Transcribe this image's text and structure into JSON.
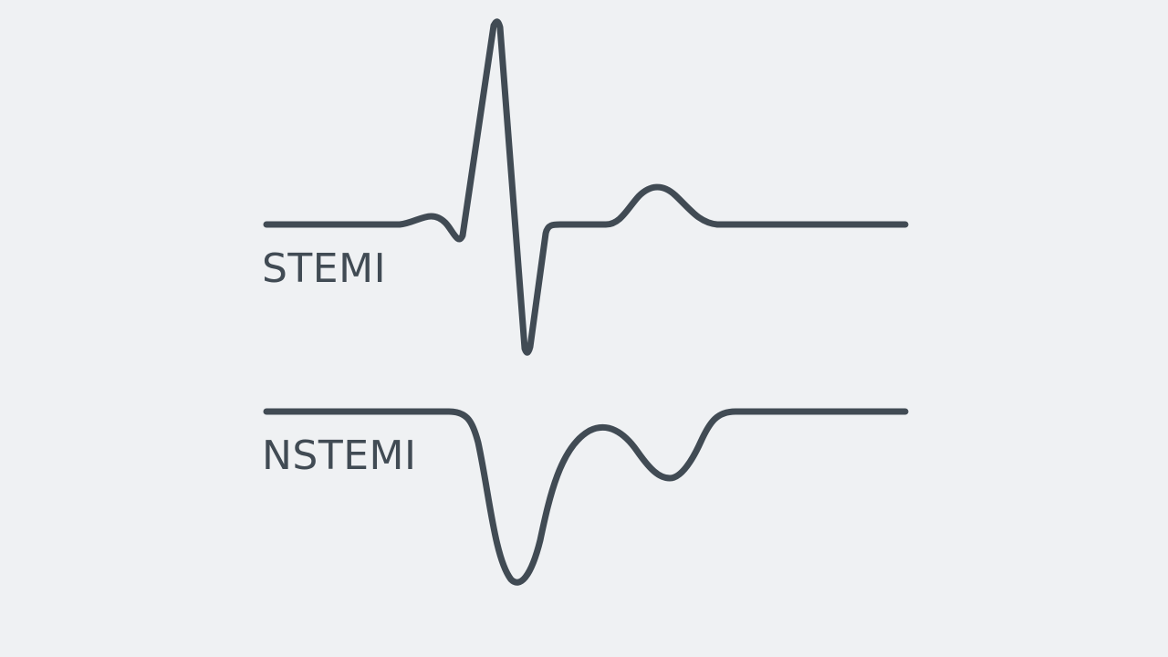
{
  "colors": {
    "background": "#eff1f3",
    "trace": "#414b54",
    "label": "#414b54"
  },
  "traces": [
    {
      "id": "stemi",
      "label": "STEMI"
    },
    {
      "id": "nstemi",
      "label": "NSTEMI"
    }
  ]
}
